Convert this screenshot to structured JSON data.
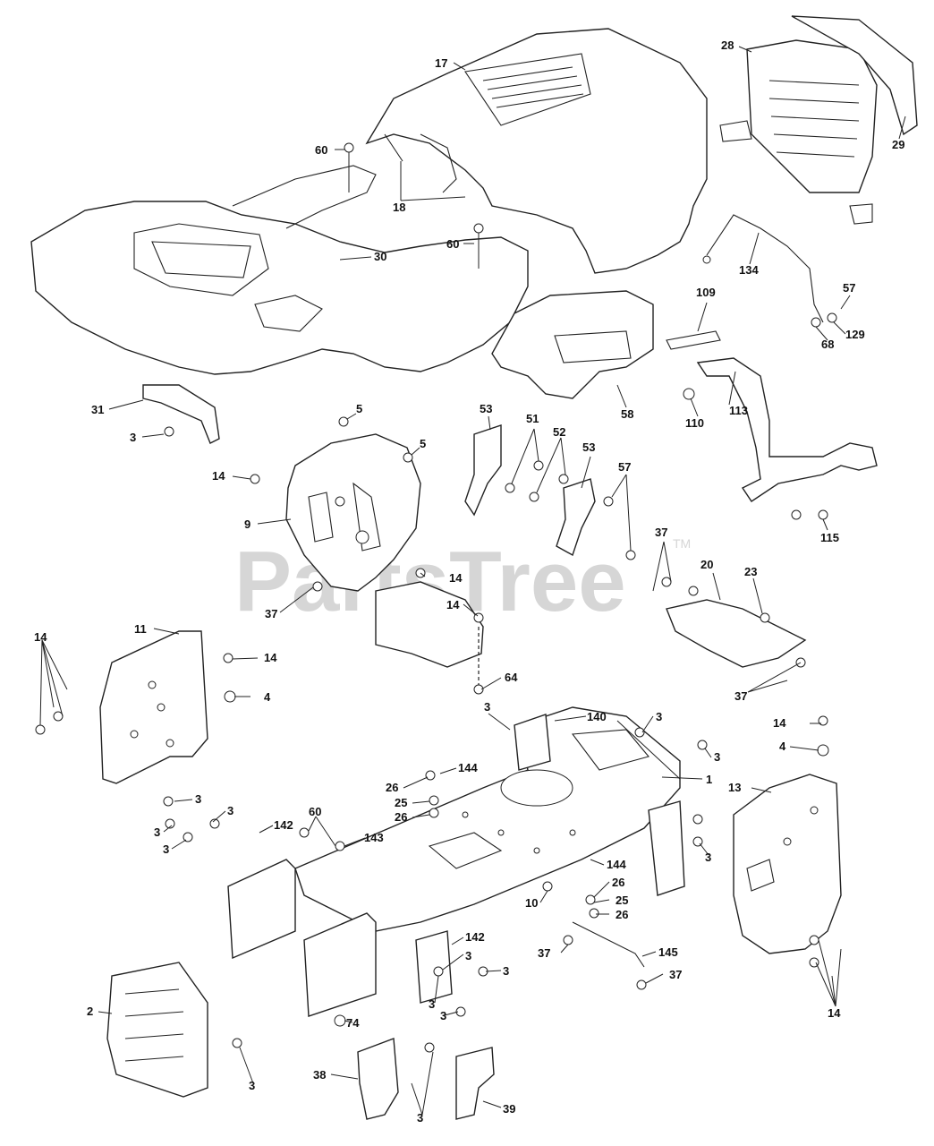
{
  "watermark": {
    "text": "PartsTree",
    "trademark": "TM"
  },
  "callouts": {
    "c17": "17",
    "c28": "28",
    "c29": "29",
    "c60a": "60",
    "c18": "18",
    "c30": "30",
    "c60b": "60",
    "c134": "134",
    "c57a": "57",
    "c129": "129",
    "c68": "68",
    "c109": "109",
    "c58": "58",
    "c110": "110",
    "c113": "113",
    "c31": "31",
    "c3a": "3",
    "c5a": "5",
    "c5b": "5",
    "c53a": "53",
    "c51": "51",
    "c52": "52",
    "c53b": "53",
    "c57b": "57",
    "c14a": "14",
    "c9": "9",
    "c115": "115",
    "c37a": "37",
    "c20": "20",
    "c23": "23",
    "c14b": "14",
    "c37b": "37",
    "c14c": "14",
    "c11": "11",
    "c14d": "14",
    "c14e": "14",
    "c4a": "4",
    "c64": "64",
    "c37c": "37",
    "c3b": "3",
    "c140": "140",
    "c3c": "3",
    "c14f": "14",
    "c4b": "4",
    "c3d": "3",
    "c1": "1",
    "c144a": "144",
    "c26a": "26",
    "c13": "13",
    "c25a": "25",
    "c26b": "26",
    "c3e": "3",
    "c3f": "3",
    "c60c": "60",
    "c142a": "142",
    "c3g": "3",
    "c3h": "3",
    "c143": "143",
    "c3i": "3",
    "c144b": "144",
    "c26c": "26",
    "c10": "10",
    "c25b": "25",
    "c26d": "26",
    "c142b": "142",
    "c37d": "37",
    "c145": "145",
    "c3j": "3",
    "c3k": "3",
    "c3l": "3",
    "c37e": "37",
    "c2": "2",
    "c74": "74",
    "c14g": "14",
    "c3m": "3",
    "c38": "38",
    "c3n": "3",
    "c39": "39"
  }
}
